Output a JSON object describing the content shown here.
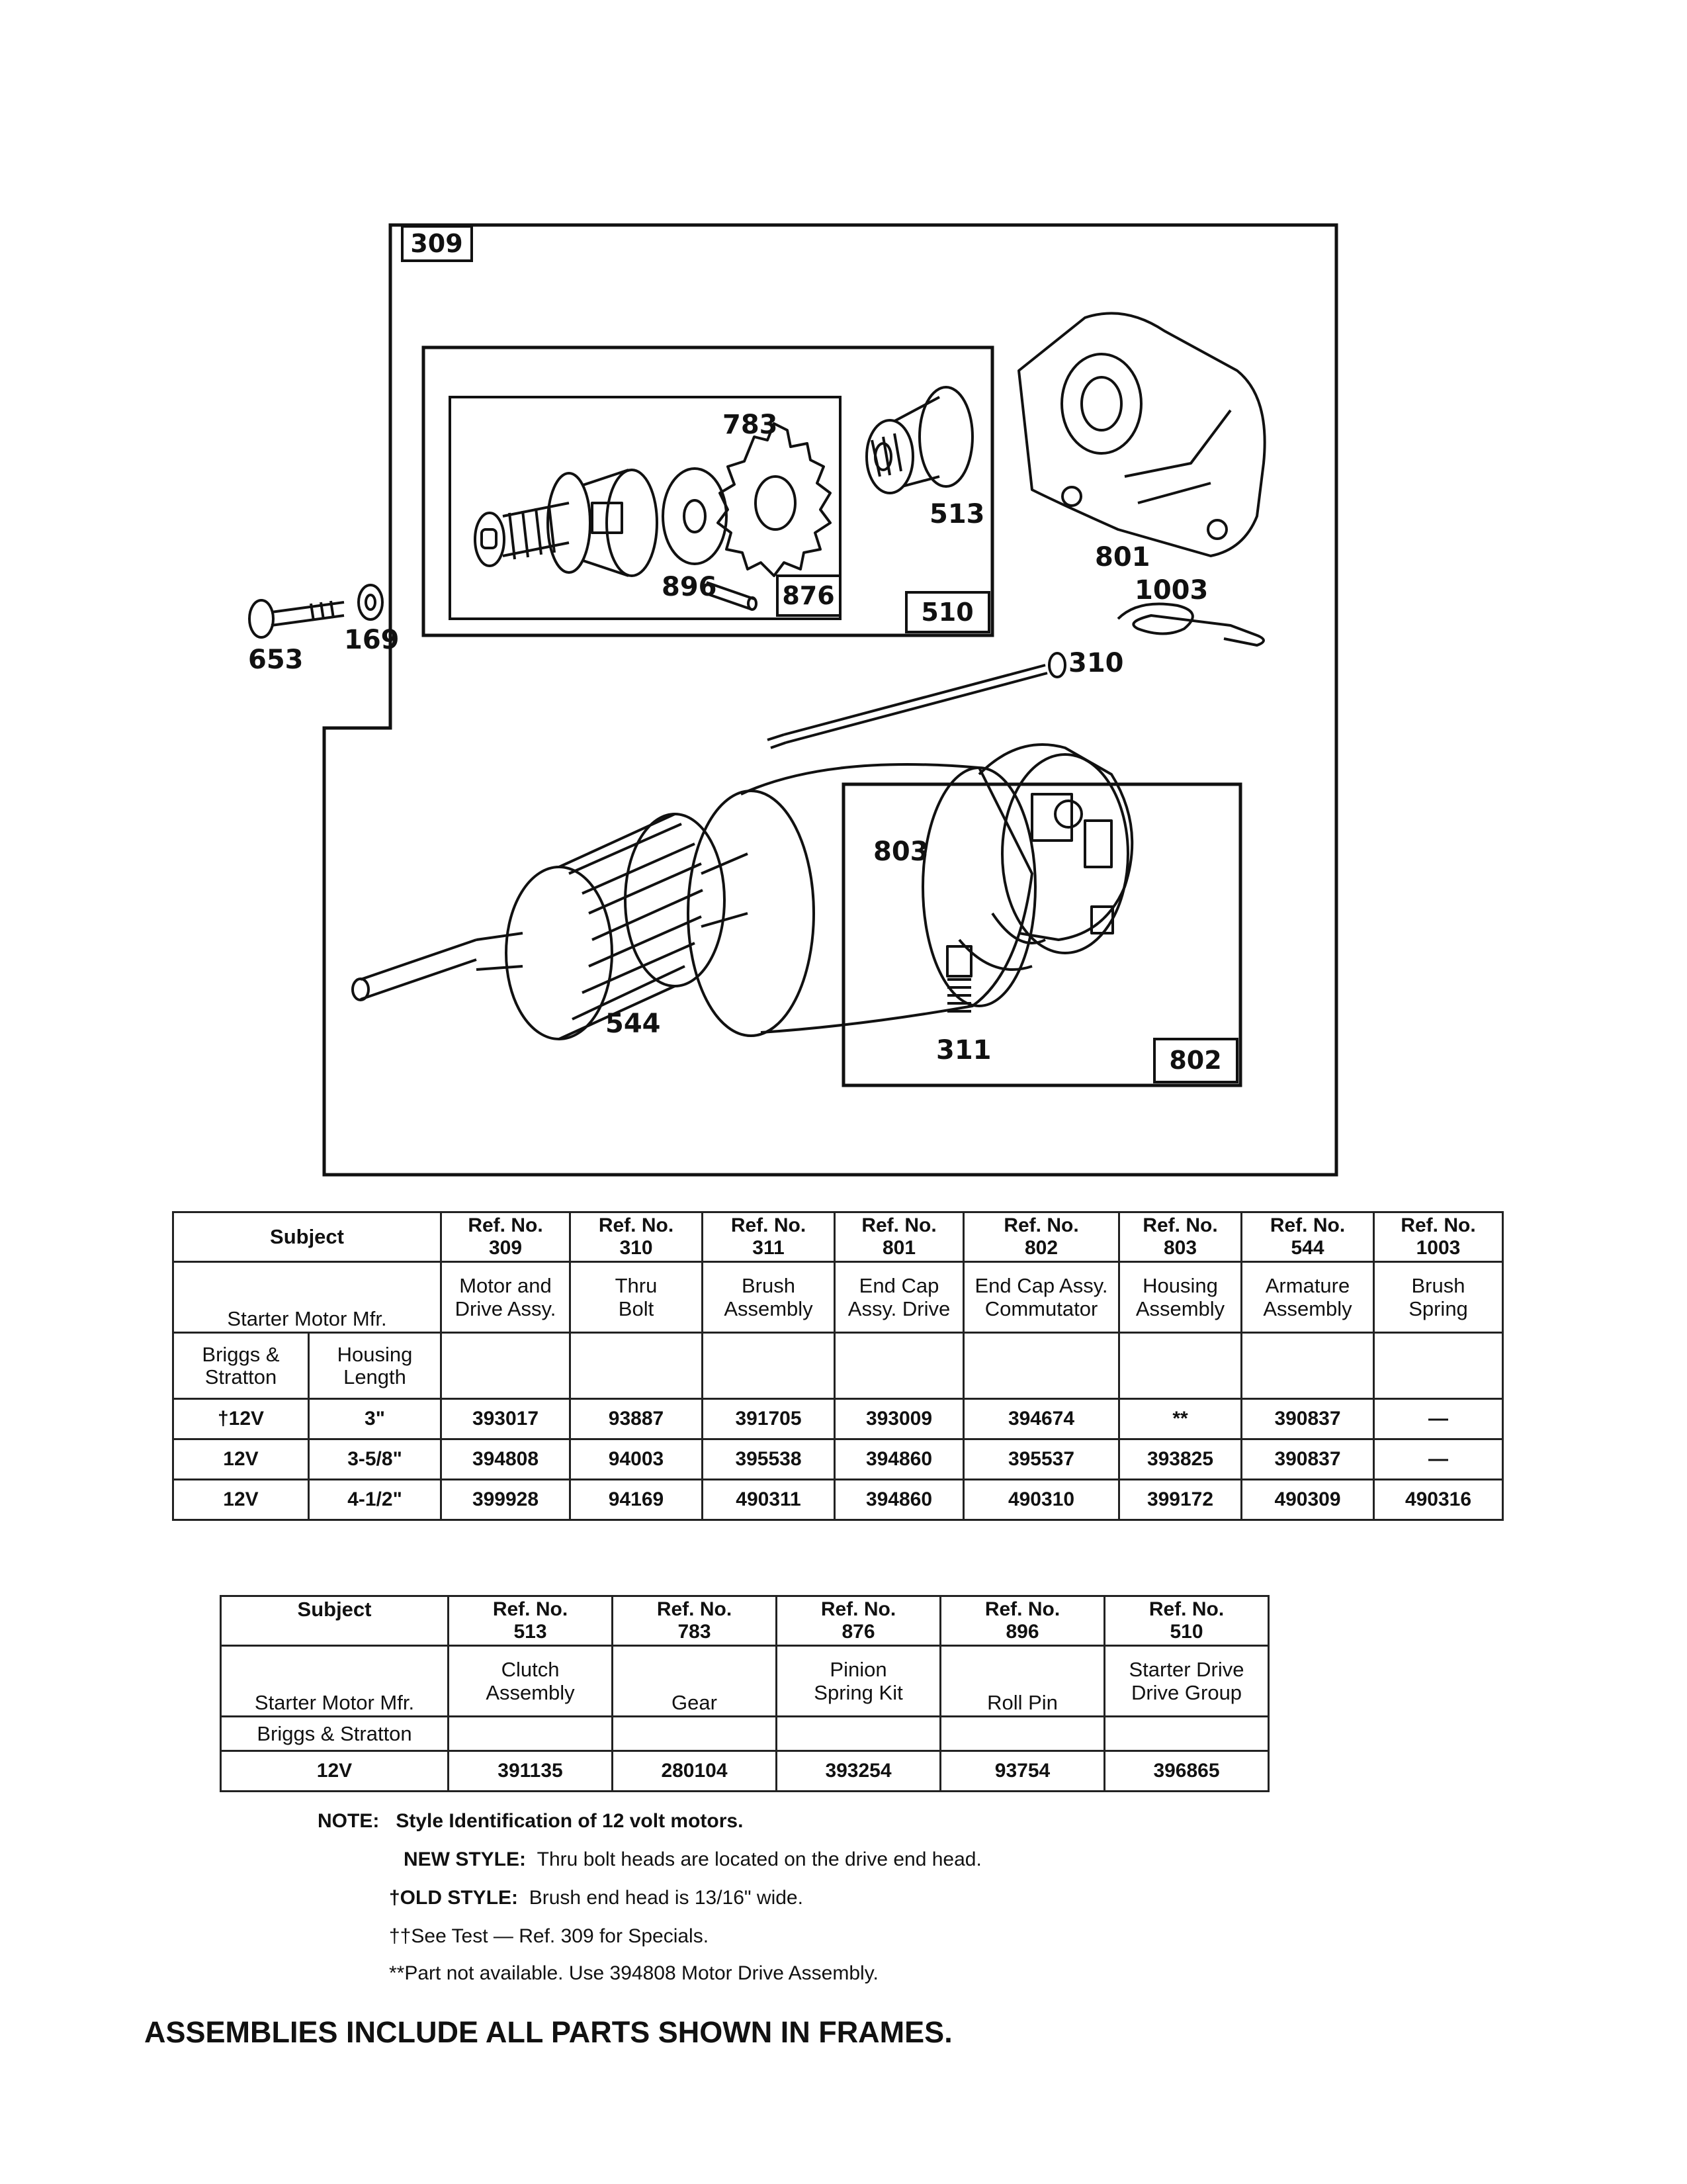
{
  "diagram": {
    "outer_frame_label": "309",
    "frames": [
      {
        "label": "510"
      },
      {
        "label": "876"
      },
      {
        "label": "802"
      }
    ],
    "callouts": [
      "783",
      "513",
      "801",
      "1003",
      "896",
      "653",
      "169",
      "310",
      "803",
      "544",
      "311"
    ]
  },
  "table1": {
    "subject_header": "Subject",
    "ref_headers": [
      {
        "ref_label": "Ref. No.",
        "ref_no": "309",
        "desc": "Motor and\nDrive Assy."
      },
      {
        "ref_label": "Ref. No.",
        "ref_no": "310",
        "desc": "Thru\nBolt"
      },
      {
        "ref_label": "Ref. No.",
        "ref_no": "311",
        "desc": "Brush\nAssembly"
      },
      {
        "ref_label": "Ref. No.",
        "ref_no": "801",
        "desc": "End Cap\nAssy. Drive"
      },
      {
        "ref_label": "Ref. No.",
        "ref_no": "802",
        "desc": "End Cap Assy.\nCommutator"
      },
      {
        "ref_label": "Ref. No.",
        "ref_no": "803",
        "desc": "Housing\nAssembly"
      },
      {
        "ref_label": "Ref. No.",
        "ref_no": "544",
        "desc": "Armature\nAssembly"
      },
      {
        "ref_label": "Ref. No.",
        "ref_no": "1003",
        "desc": "Brush\nSpring"
      }
    ],
    "starter_mfr": "Starter Motor Mfr.",
    "sub_col1": "Briggs &\nStratton",
    "sub_col2": "Housing\nLength",
    "rows": [
      {
        "voltage": "†12V",
        "length": "3\"",
        "values": [
          "393017",
          "93887",
          "391705",
          "393009",
          "394674",
          "**",
          "390837",
          "—"
        ]
      },
      {
        "voltage": "12V",
        "length": "3-5/8\"",
        "values": [
          "394808",
          "94003",
          "395538",
          "394860",
          "395537",
          "393825",
          "390837",
          "—"
        ]
      },
      {
        "voltage": "12V",
        "length": "4-1/2\"",
        "values": [
          "399928",
          "94169",
          "490311",
          "394860",
          "490310",
          "399172",
          "490309",
          "490316"
        ]
      }
    ]
  },
  "table2": {
    "subject_header": "Subject",
    "ref_headers": [
      {
        "ref_label": "Ref. No.",
        "ref_no": "513",
        "desc": "Clutch\nAssembly"
      },
      {
        "ref_label": "Ref. No.",
        "ref_no": "783",
        "desc": "Gear"
      },
      {
        "ref_label": "Ref. No.",
        "ref_no": "876",
        "desc": "Pinion\nSpring Kit"
      },
      {
        "ref_label": "Ref. No.",
        "ref_no": "896",
        "desc": "Roll Pin"
      },
      {
        "ref_label": "Ref. No.",
        "ref_no": "510",
        "desc": "Starter Drive\nDrive Group"
      }
    ],
    "starter_mfr": "Starter Motor Mfr.",
    "sub_col": "Briggs & Stratton",
    "rows": [
      {
        "voltage": "12V",
        "values": [
          "391135",
          "280104",
          "393254",
          "93754",
          "396865"
        ]
      }
    ]
  },
  "notes": {
    "note_label": "NOTE:",
    "note_text": "Style Identification of 12 volt motors.",
    "new_style_label": "NEW STYLE:",
    "new_style_text": "Thru bolt heads are located on the drive end head.",
    "old_style_label": "†OLD STYLE:",
    "old_style_text": "Brush end head is 13/16\" wide.",
    "special": "††See Test — Ref. 309 for Specials.",
    "not_available": "**Part not available. Use 394808 Motor Drive Assembly."
  },
  "footer": "ASSEMBLIES INCLUDE ALL PARTS SHOWN IN FRAMES."
}
